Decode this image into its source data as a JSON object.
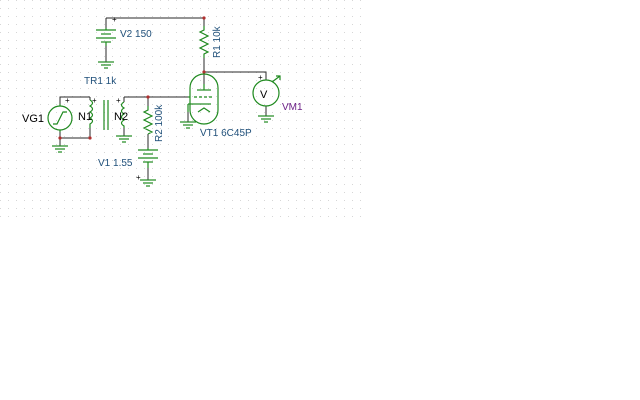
{
  "components": {
    "v2": {
      "label": "V2 150",
      "polarity": "+"
    },
    "r1": {
      "label": "R1 10k"
    },
    "tr1": {
      "label": "TR1 1k",
      "primary": "N1",
      "secondary": "N2",
      "pin_primary": "+",
      "pin_secondary": "+"
    },
    "vg1": {
      "label": "VG1",
      "pin": "+"
    },
    "r2": {
      "label": "R2 100k"
    },
    "v1": {
      "label": "V1 1.55",
      "polarity": "+"
    },
    "vt1": {
      "label": "VT1 6C45P"
    },
    "vm1": {
      "label": "VM1",
      "symbol": "V",
      "pin": "+"
    }
  },
  "colors": {
    "component": "#1f8a1f",
    "wire": "#2a2a2a",
    "label": "#20507a",
    "meter_label": "#6b1f86",
    "grid_dot": "#d6d6d6",
    "node": "#b03030"
  }
}
